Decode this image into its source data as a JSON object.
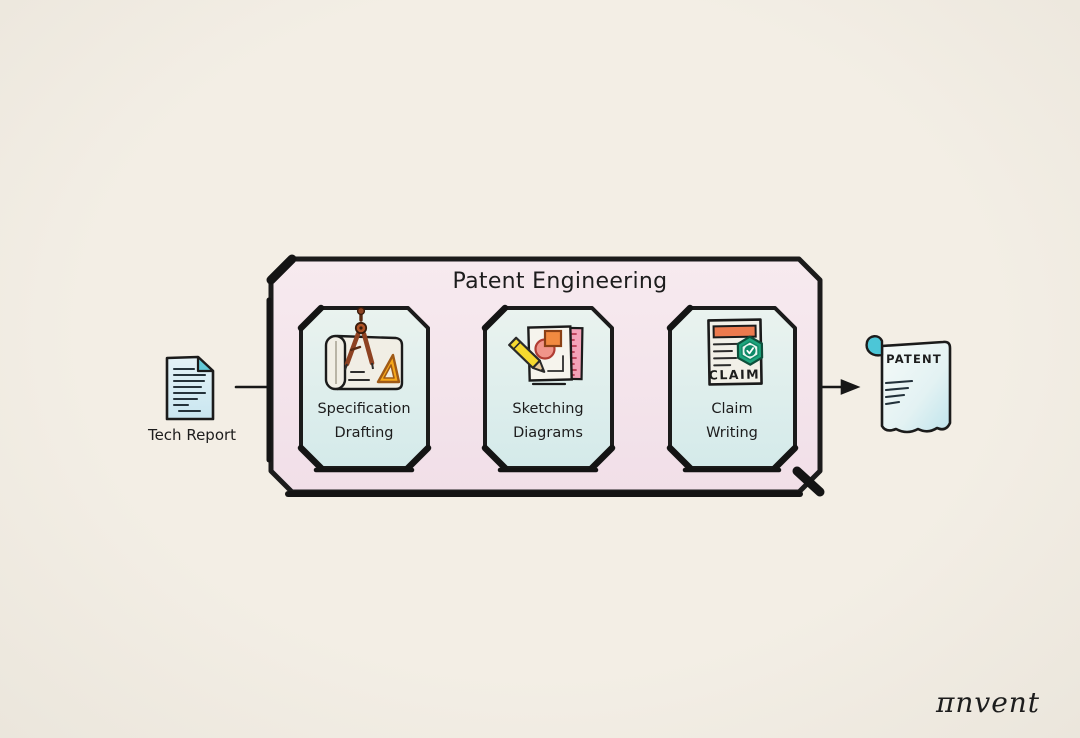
{
  "page": {
    "background_color": "#f1ece3",
    "signature": "πnvent"
  },
  "diagram": {
    "title": "Patent Engineering",
    "container_color": "#f5e7ed",
    "ink_color": "#1b1b1b",
    "stage_fill_top": "#e9f3ef",
    "stage_fill_bottom": "#d6ebec",
    "input_doc": {
      "label": "Tech Report",
      "icon": "document-icon",
      "fill": "#d9edf4",
      "fold_color": "#63c9d8"
    },
    "stages": [
      {
        "lines": [
          "Specification",
          "Drafting"
        ],
        "icon": "drafting-compass-set-square-icon",
        "compass_color": "#8e4222",
        "set_square_color": "#f7a81c"
      },
      {
        "lines": [
          "Sketching",
          "Diagrams"
        ],
        "icon": "pencil-shapes-ruler-icon",
        "pencil_color": "#f6d92f",
        "ruler_color": "#f3a2b8",
        "circle_color": "#f0958a",
        "square_color": "#f18a40"
      },
      {
        "lines": [
          "Claim",
          "Writing"
        ],
        "icon": "claim-document-badge-icon",
        "doc_text": "CLAIM",
        "header_color": "#ec7a4e",
        "badge_color": "#1ca47c"
      }
    ],
    "output_doc": {
      "label": "PATENT",
      "icon": "patent-scroll-icon",
      "fill": "#eaf5f6",
      "curl_color": "#4cc6d7"
    },
    "flow": [
      "Tech Report",
      "Specification Drafting",
      "Sketching Diagrams",
      "Claim Writing",
      "PATENT"
    ]
  }
}
